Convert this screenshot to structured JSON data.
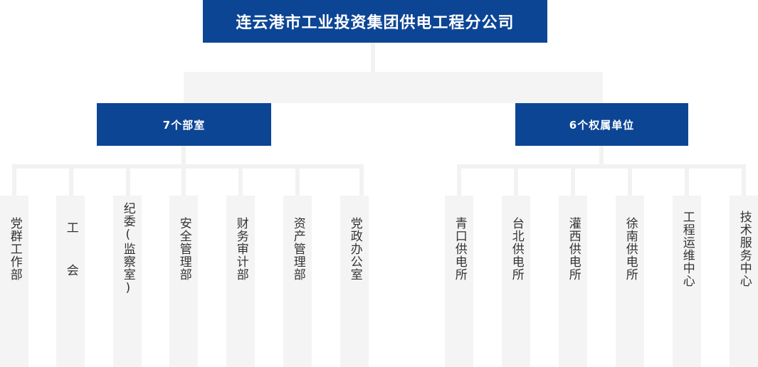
{
  "chart_data": {
    "type": "diagram",
    "title": "连云港市工业投资集团供电工程分公司 组织架构图"
  },
  "colors": {
    "brand_blue": "#0d4595",
    "card_gray": "#f4f4f4",
    "line_gray": "#f2f2f2",
    "text_dark": "#333333",
    "text_light": "#ffffff"
  },
  "root": {
    "label": "连云港市工业投资集团供电工程分公司"
  },
  "groups": [
    {
      "key": "departments",
      "label": "7个部室",
      "children": [
        {
          "label": "党群工作部"
        },
        {
          "label": "工  会"
        },
        {
          "label": "纪委(监察室)"
        },
        {
          "label": "安全管理部"
        },
        {
          "label": "财务审计部"
        },
        {
          "label": "资产管理部"
        },
        {
          "label": "党政办公室"
        }
      ]
    },
    {
      "key": "subsidiaries",
      "label": "6个权属单位",
      "children": [
        {
          "label": "青口供电所"
        },
        {
          "label": "台北供电所"
        },
        {
          "label": "灌西供电所"
        },
        {
          "label": "徐南供电所"
        },
        {
          "label": "工程运维中心"
        },
        {
          "label": "技术服务中心"
        }
      ]
    }
  ]
}
